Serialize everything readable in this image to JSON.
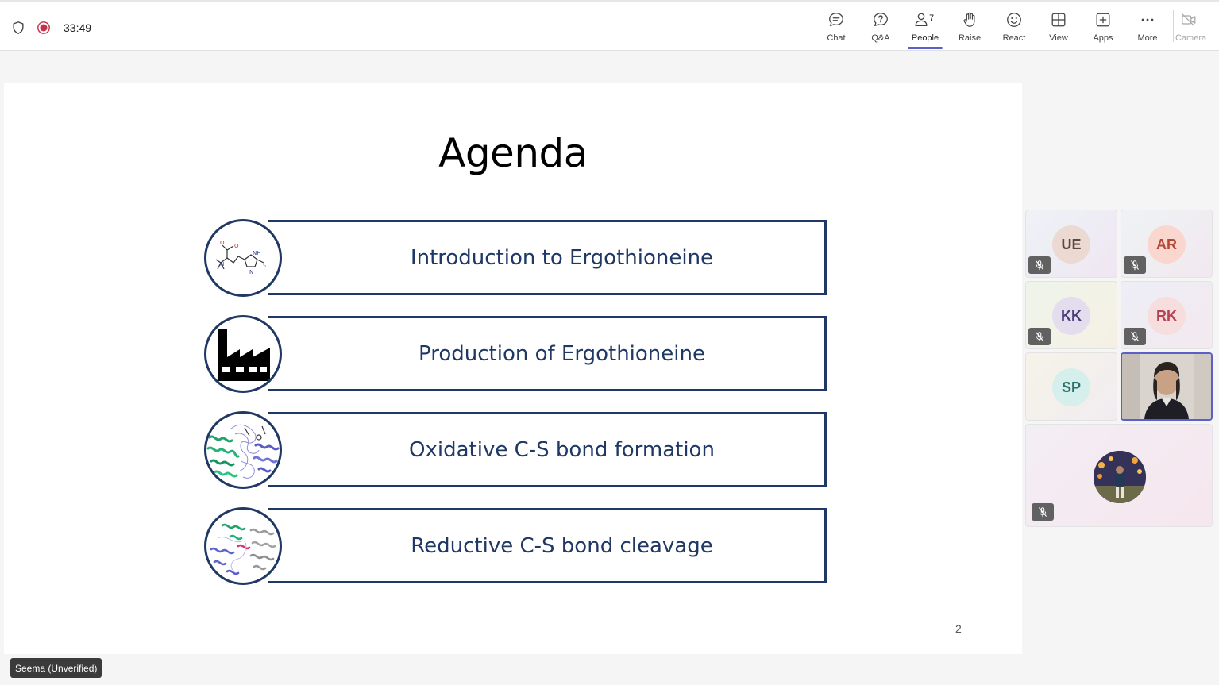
{
  "meeting": {
    "timer": "33:49"
  },
  "toolbar": {
    "items": [
      {
        "key": "chat",
        "label": "Chat",
        "icon": "chat-icon"
      },
      {
        "key": "qa",
        "label": "Q&A",
        "icon": "question-bubble-icon"
      },
      {
        "key": "people",
        "label": "People",
        "icon": "person-icon",
        "badge": "7",
        "active": true
      },
      {
        "key": "raise",
        "label": "Raise",
        "icon": "hand-icon"
      },
      {
        "key": "react",
        "label": "React",
        "icon": "smiley-icon"
      },
      {
        "key": "view",
        "label": "View",
        "icon": "grid-icon"
      },
      {
        "key": "apps",
        "label": "Apps",
        "icon": "plus-square-icon"
      },
      {
        "key": "more",
        "label": "More",
        "icon": "ellipsis-icon"
      }
    ],
    "camera_label": "Camera"
  },
  "slide": {
    "title": "Agenda",
    "items": [
      "Introduction to Ergothioneine",
      "Production of Ergothioneine",
      "Oxidative C-S bond formation",
      "Reductive C-S bond cleavage"
    ],
    "page_number": "2"
  },
  "participants": [
    {
      "initials": "UE",
      "bg": "#ecd9d1",
      "fg": "#5a4a44",
      "tile": "linear-gradient(135deg,#eef2f7,#efe6f1)",
      "muted": true
    },
    {
      "initials": "AR",
      "bg": "#f9d7cf",
      "fg": "#b34738",
      "tile": "linear-gradient(135deg,#edf3f4,#f2e8ef)",
      "muted": true
    },
    {
      "initials": "KK",
      "bg": "#e3ddee",
      "fg": "#4b3c78",
      "tile": "linear-gradient(135deg,#eef4ea,#f6f0e4)",
      "muted": true
    },
    {
      "initials": "RK",
      "bg": "#f6dede",
      "fg": "#b64255",
      "tile": "linear-gradient(135deg,#edeef7,#f3e9ee)",
      "muted": true
    },
    {
      "initials": "SP",
      "bg": "#d4efec",
      "fg": "#2a6f6a",
      "tile": "linear-gradient(135deg,#f5f3e8,#f2ecf1)",
      "muted": false
    }
  ],
  "colors": {
    "accent": "#5b5fc7",
    "slide_navy": "#1f3864",
    "record_red": "#c4314b"
  },
  "presenter": {
    "name": "Seema (Unverified)"
  }
}
